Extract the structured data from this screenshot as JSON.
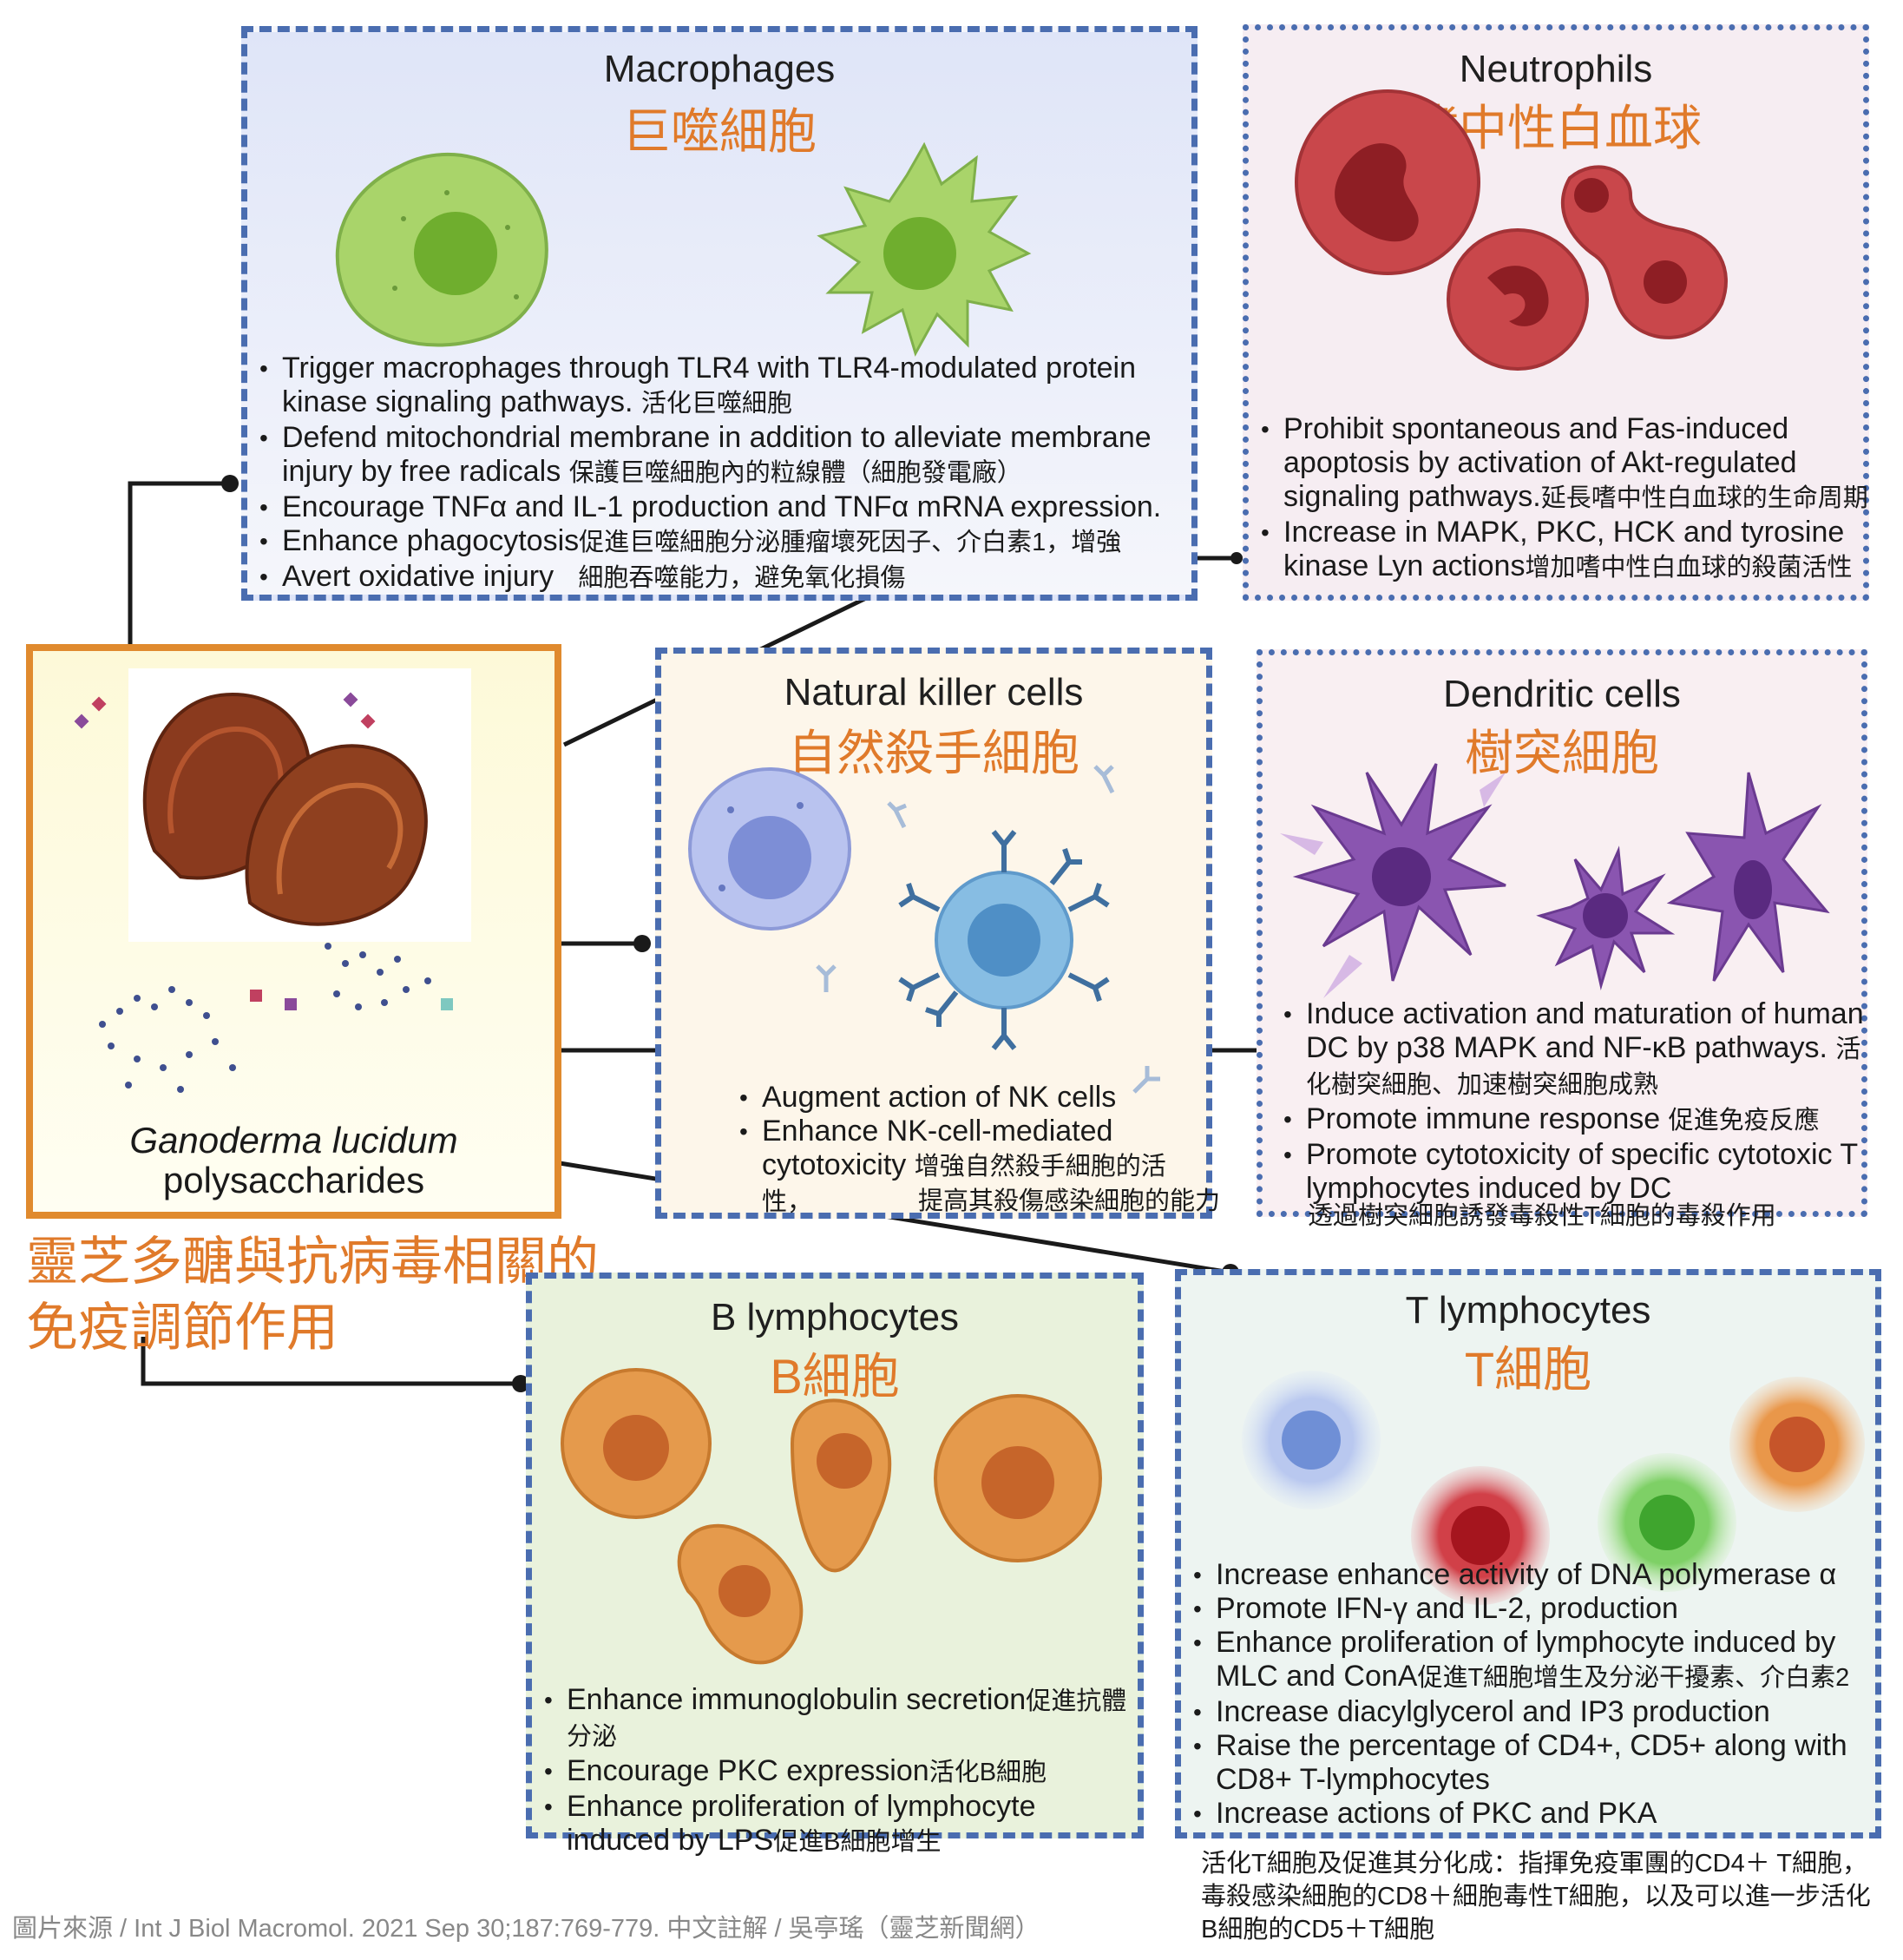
{
  "macrophages": {
    "title": "Macrophages",
    "title_zh": "巨噬細胞",
    "b1_en": "Trigger macrophages through TLR4 with TLR4-modulated protein kinase signaling pathways.",
    "b1_zh": "活化巨噬細胞",
    "b2_en": "Defend mitochondrial membrane in addition to alleviate membrane injury by free radicals",
    "b2_zh": "保護巨噬細胞內的粒線體（細胞發電廠）",
    "b3_en": "Encourage TNFα and IL-1 production and TNFα mRNA expression.",
    "b4_en": "Enhance phagocytosis",
    "b4_zh": "促進巨噬細胞分泌腫瘤壞死因子、介白素1，增強",
    "b5_en": "Avert oxidative injury",
    "b5_zh": "細胞吞噬能力，避免氧化損傷"
  },
  "neutrophils": {
    "title": "Neutrophils",
    "title_zh": "嗜中性白血球",
    "b1_en": "Prohibit spontaneous and Fas-induced apoptosis by activation of Akt-regulated signaling pathways.",
    "b1_zh": "延長嗜中性白血球的生命周期",
    "b2_en": "Increase in MAPK, PKC, HCK and tyrosine kinase Lyn actions",
    "b2_zh": "增加嗜中性白血球的殺菌活性"
  },
  "center": {
    "species": "Ganoderma lucidum",
    "substance": "polysaccharides",
    "caption_zh": "靈芝多醣與抗病毒相關的免疫調節作用"
  },
  "nk": {
    "title": "Natural killer cells",
    "title_zh": "自然殺手細胞",
    "b1_en": "Augment action of NK cells",
    "b2_en": "Enhance NK-cell-mediated cytotoxicity",
    "b2_zh": "增強自然殺手細胞的活性，",
    "note_zh": "提高其殺傷感染細胞的能力"
  },
  "dendritic": {
    "title": "Dendritic cells",
    "title_zh": "樹突細胞",
    "b1_en": "Induce activation and maturation of human DC by p38 MAPK and NF-κB pathways.",
    "b1_zh": "活化樹突細胞、加速樹突細胞成熟",
    "b2_en": "Promote immune response",
    "b2_zh": "促進免疫反應",
    "b3_en": "Promote cytotoxicity of specific cytotoxic T lymphocytes induced by DC",
    "b3_zh": "透過樹突細胞誘發毒殺性T細胞的毒殺作用"
  },
  "b_cells": {
    "title": "B lymphocytes",
    "title_zh": "B細胞",
    "b1_en": "Enhance immunoglobulin secretion",
    "b1_zh": "促進抗體分泌",
    "b2_en": "Encourage PKC expression",
    "b2_zh": "活化B細胞",
    "b3_en": "Enhance proliferation of lymphocyte induced by LPS",
    "b3_zh": "促進B細胞增生"
  },
  "t_cells": {
    "title": "T lymphocytes",
    "title_zh": "T細胞",
    "b1_en": "Increase enhance activity of DNA  polymerase α",
    "b2_en": "Promote  IFN-γ  and IL-2, production",
    "b3_en": "Enhance proliferation of lymphocyte induced by MLC and ConA",
    "b3_zh": "促進T細胞增生及分泌干擾素、介白素2",
    "b4_en": "Increase diacylglycerol and IP3  production",
    "b5_en": "Raise the percentage of CD4+,  CD5+ along with CD8+ T-lymphocytes",
    "b6_en": "Increase actions of PKC and PKA",
    "note_zh": "活化T細胞及促進其分化成：指揮免疫軍團的CD4＋ T細胞，毒殺感染細胞的CD8＋細胞毒性T細胞，以及可以進一步活化B細胞的CD5＋T細胞"
  },
  "source": "圖片來源 / Int J Biol Macromol. 2021 Sep 30;187:769-779.   中文註解 / 吳亭瑤（靈芝新聞網）",
  "colors": {
    "border_blue": "#4a6db0",
    "accent_orange": "#e07a2a",
    "center_border": "#e08a2e",
    "macrophage_green": "#a9d46a",
    "neutrophil_red": "#c9474b",
    "nk_blue": "#6fa8d8",
    "dc_purple": "#8a55b0",
    "bcell_orange": "#e59a4c"
  }
}
